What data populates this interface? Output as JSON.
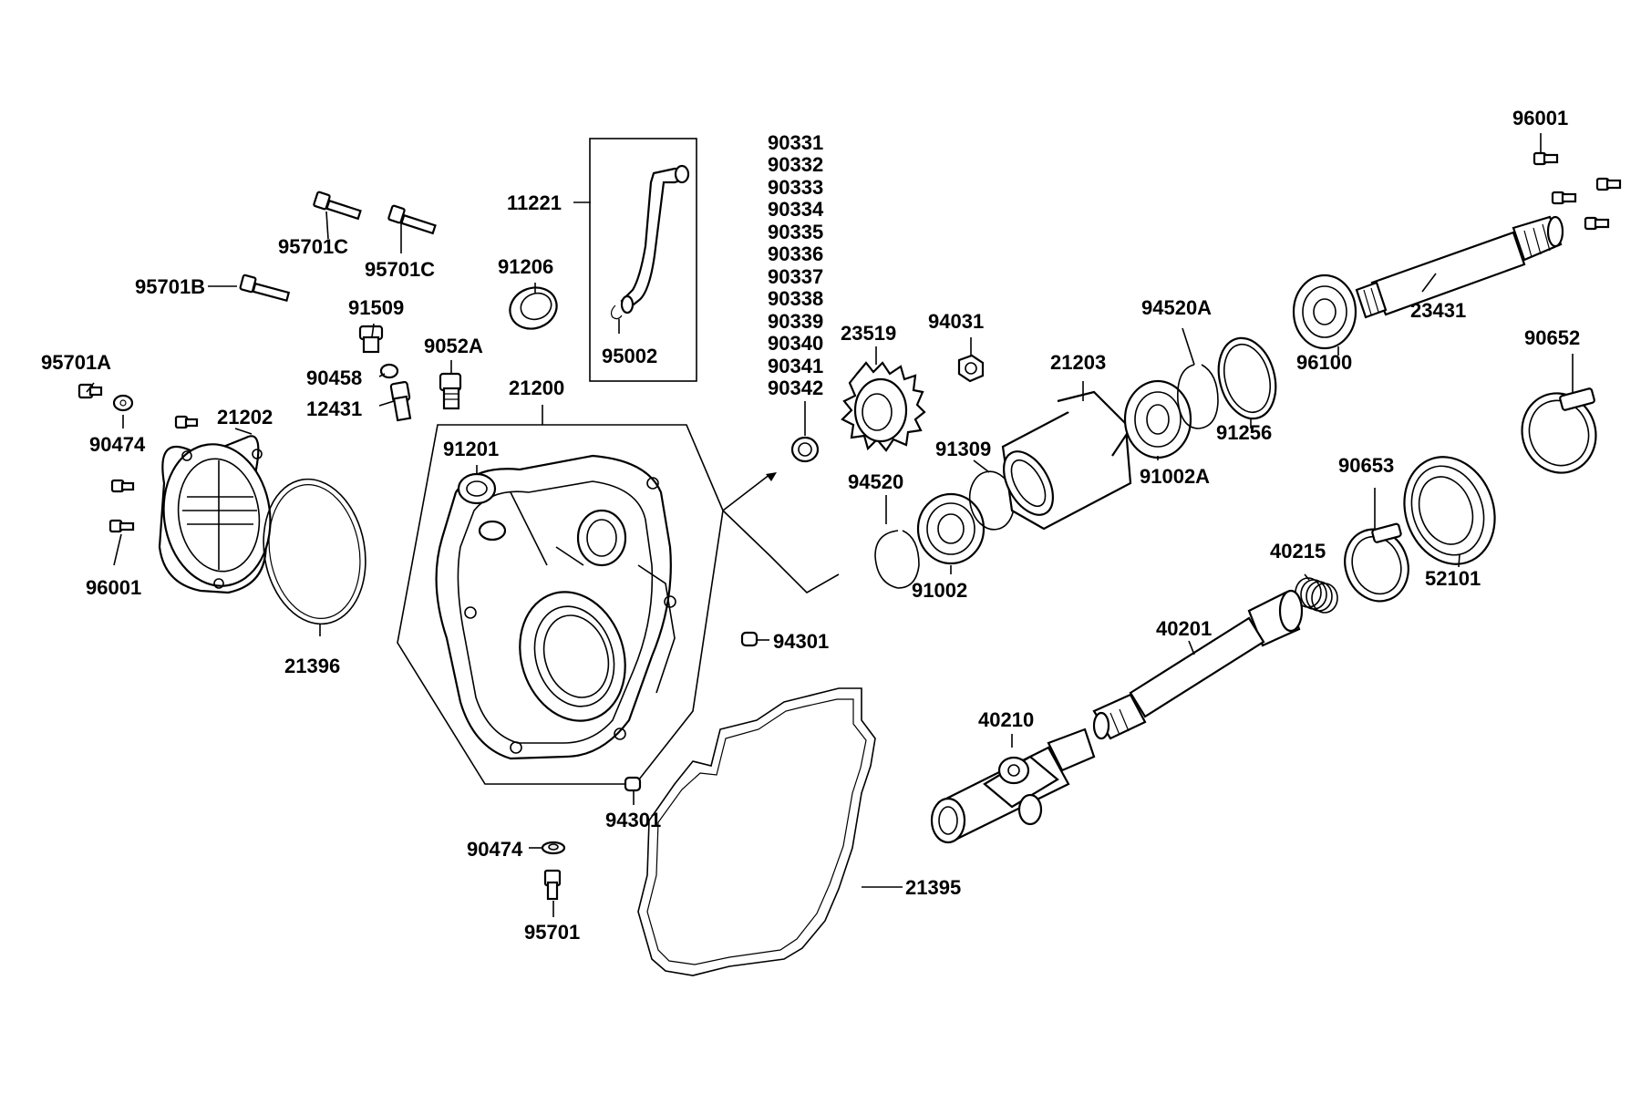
{
  "labels": {
    "l95701A": "95701A",
    "l90474a": "90474",
    "l96001a": "96001",
    "l21202": "21202",
    "l21396": "21396",
    "l95701B": "95701B",
    "l95701C1": "95701C",
    "l95701C2": "95701C",
    "l91509": "91509",
    "l90458": "90458",
    "l12431": "12431",
    "l9052A": "9052A",
    "l11221": "11221",
    "l91206": "91206",
    "l95002": "95002",
    "l21200": "21200",
    "l91201": "91201",
    "l94301a": "94301",
    "l94301b": "94301",
    "l90474b": "90474",
    "l95701": "95701",
    "l21395": "21395",
    "stack": [
      "90331",
      "90332",
      "90333",
      "90334",
      "90335",
      "90336",
      "90337",
      "90338",
      "90339",
      "90340",
      "90341",
      "90342"
    ],
    "l23519": "23519",
    "l94031": "94031",
    "l91309": "91309",
    "l94520": "94520",
    "l91002": "91002",
    "l21203": "21203",
    "l94520A": "94520A",
    "l91002A": "91002A",
    "l91256": "91256",
    "l96100": "96100",
    "l23431": "23431",
    "l96001b": "96001",
    "l90652": "90652",
    "l90653": "90653",
    "l52101": "52101",
    "l40215": "40215",
    "l40201": "40201",
    "l40210": "40210"
  }
}
